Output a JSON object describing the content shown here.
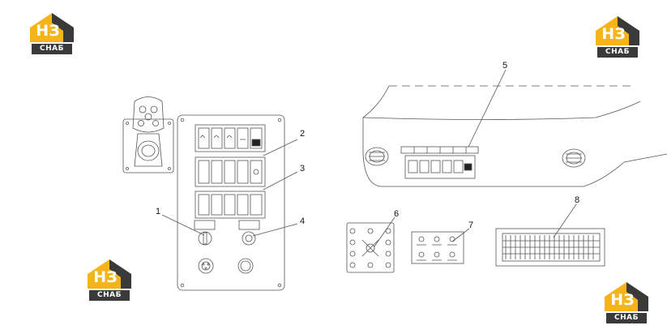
{
  "logos": [
    {
      "letters": "НЗ",
      "word": "СНАБ"
    },
    {
      "letters": "НЗ",
      "word": "СНАБ"
    },
    {
      "letters": "НЗ",
      "word": "СНАБ"
    },
    {
      "letters": "НЗ",
      "word": "СНАБ"
    }
  ],
  "callouts": [
    "1",
    "2",
    "3",
    "4",
    "5",
    "6",
    "7",
    "8"
  ],
  "colors": {
    "accent": "#f5b51a",
    "dark": "#3a3a3a",
    "line": "#555555"
  }
}
